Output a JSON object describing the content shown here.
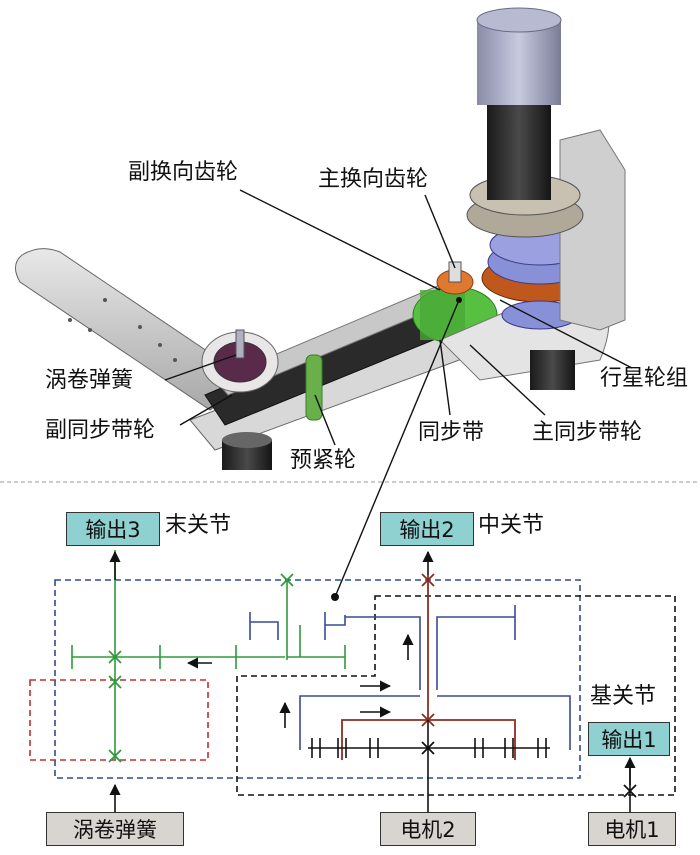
{
  "callouts": {
    "secondary_reversing_gear": "副换向齿轮",
    "main_reversing_gear": "主换向齿轮",
    "planetary_gear_set": "行星轮组",
    "spiral_spring": "涡卷弹簧",
    "secondary_sync_pulley": "副同步带轮",
    "tensioner": "预紧轮",
    "sync_belt": "同步带",
    "main_sync_pulley": "主同步带轮"
  },
  "schematic": {
    "output3": "输出3",
    "end_joint": "末关节",
    "output2": "输出2",
    "middle_joint": "中关节",
    "base_joint": "基关节",
    "output1": "输出1",
    "spring_input": "涡卷弹簧",
    "motor2": "电机2",
    "motor1": "电机1"
  },
  "colors": {
    "green_path": "#2f9a3a",
    "blue_path": "#3a4a9a",
    "brown_path": "#8a2e22",
    "red_dashed": "#c0302c",
    "blue_dashed": "#2c4a98",
    "black_dashed": "#111111",
    "output_box": "#8fd0d0",
    "input_box": "#d8d4d0"
  }
}
